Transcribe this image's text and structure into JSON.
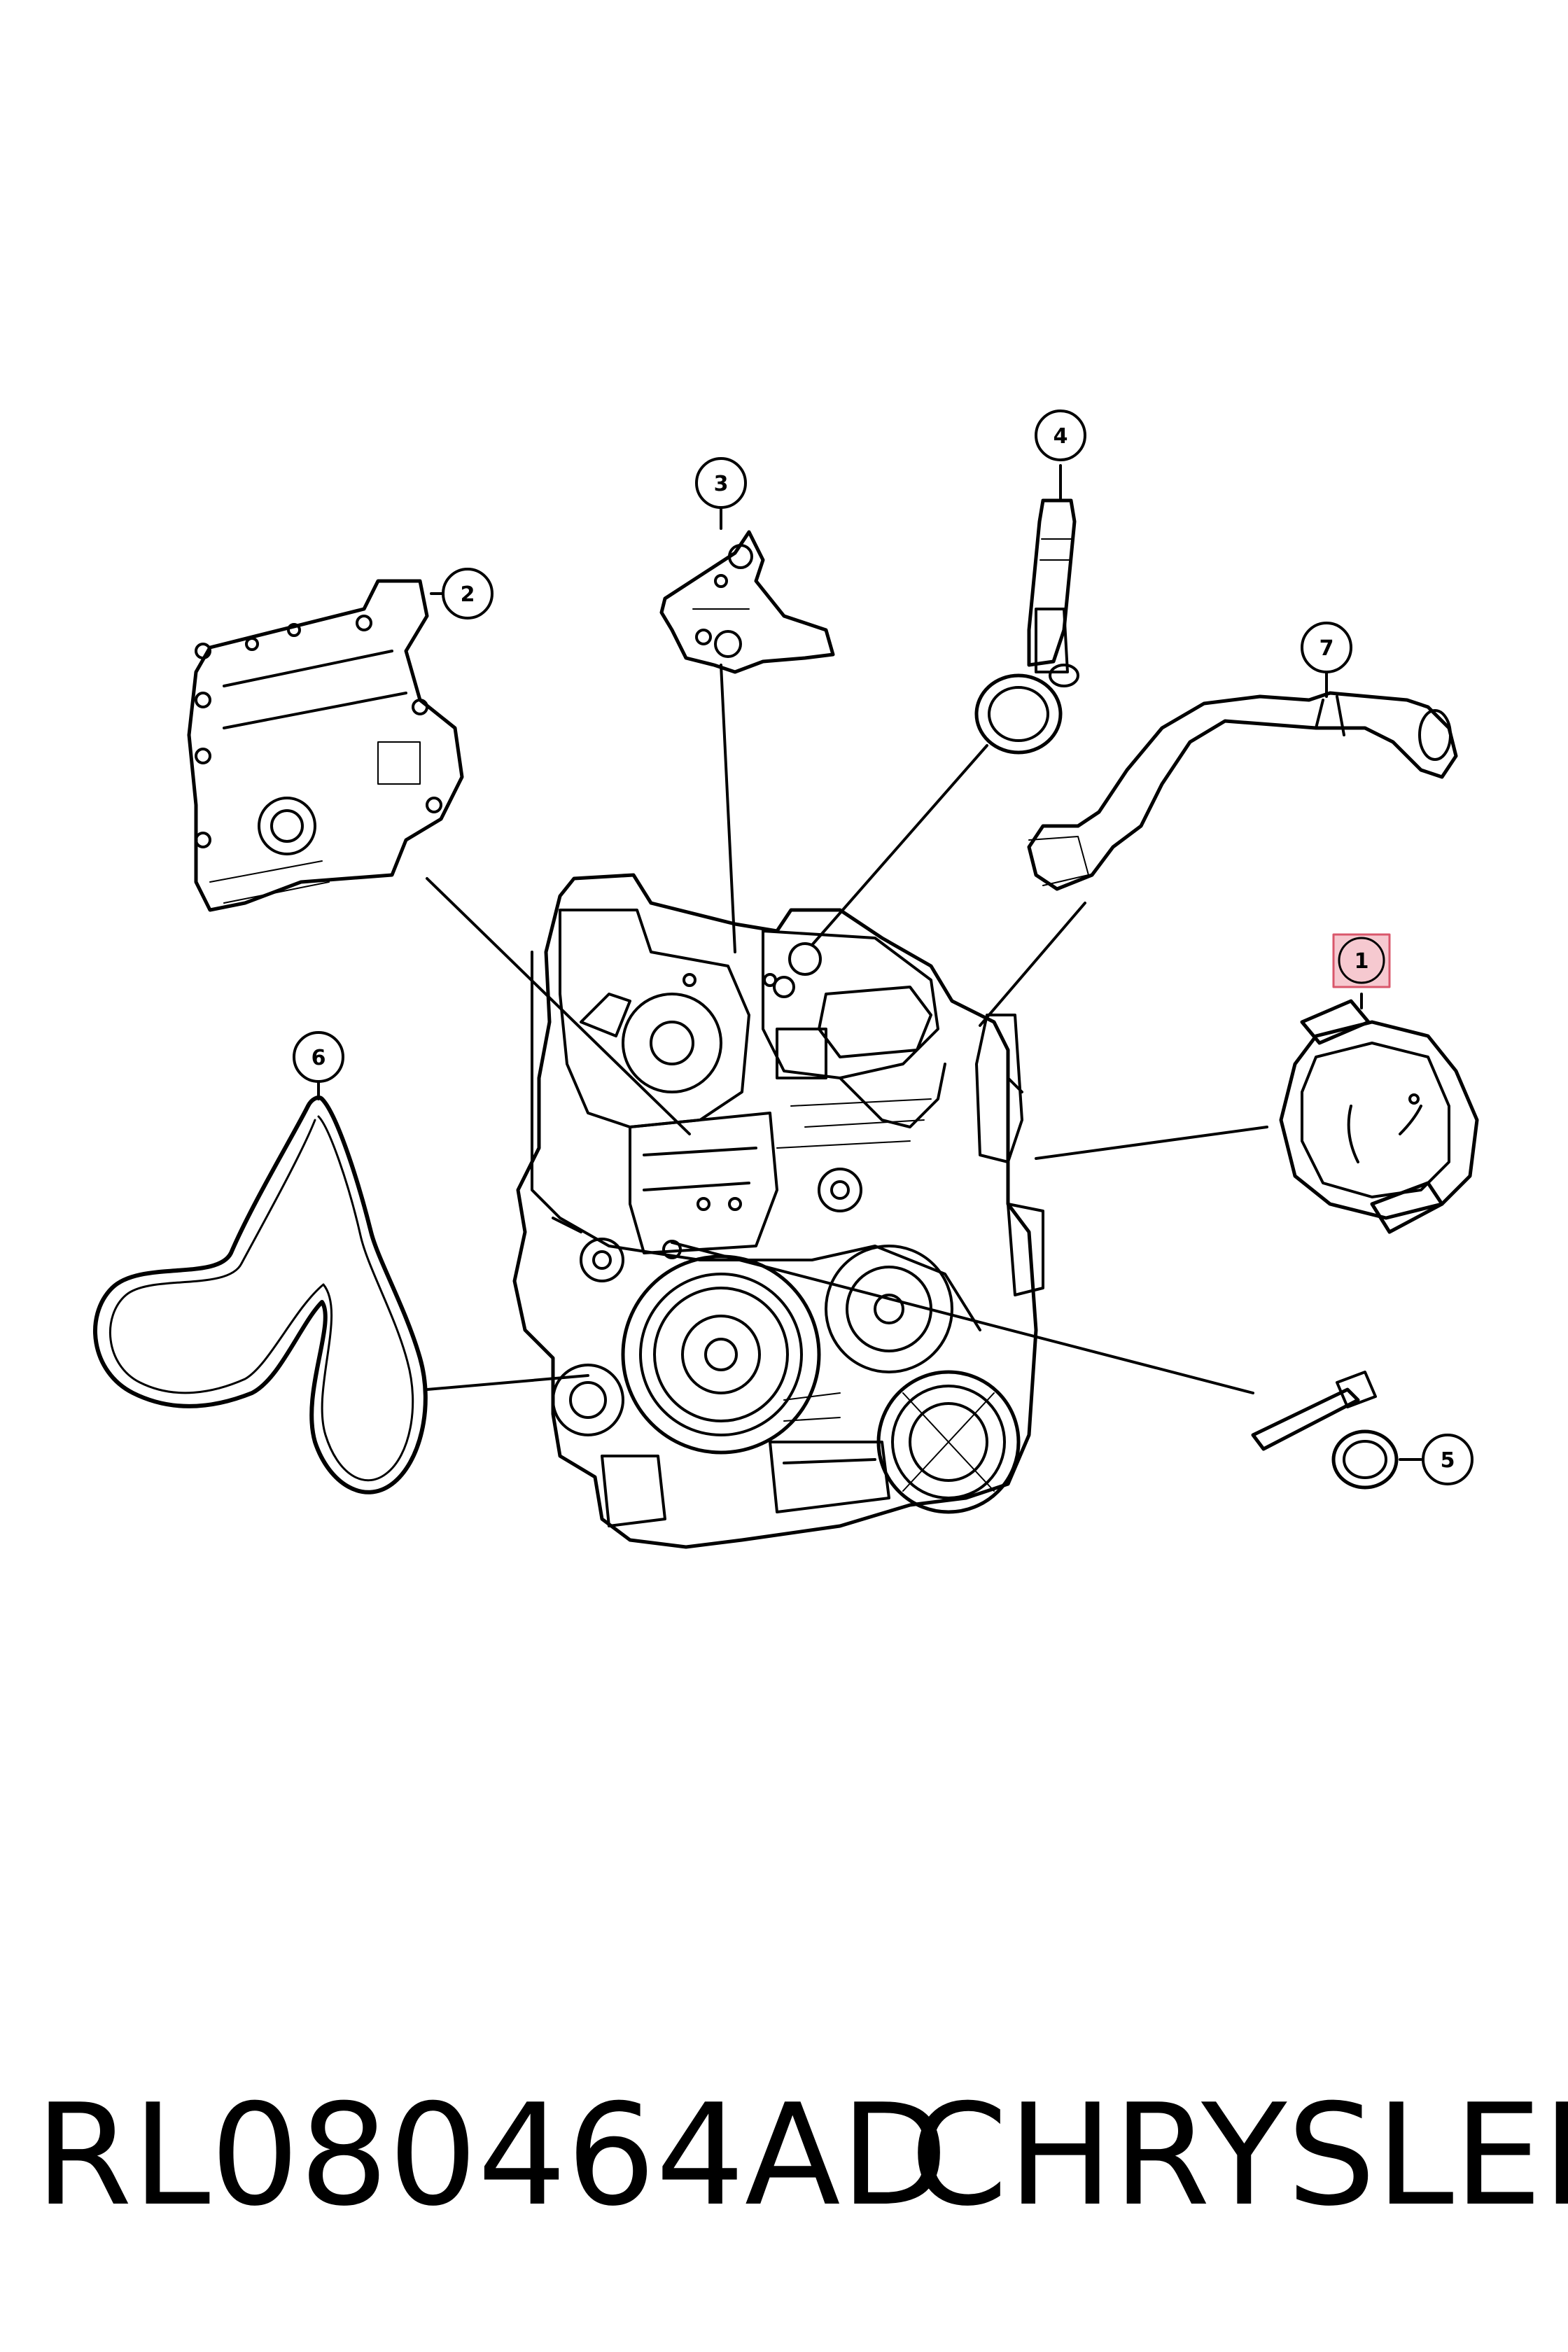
{
  "callouts": [
    {
      "id": "1",
      "label": "1",
      "highlighted": true
    },
    {
      "id": "2",
      "label": "2"
    },
    {
      "id": "3",
      "label": "3"
    },
    {
      "id": "4",
      "label": "4"
    },
    {
      "id": "5",
      "label": "5"
    },
    {
      "id": "6",
      "label": "6"
    },
    {
      "id": "7",
      "label": "7"
    }
  ],
  "footer": {
    "part_number": "RL080464AD",
    "brand": "CHRYSLER"
  },
  "colors": {
    "line": "#000000",
    "background": "#ffffff",
    "highlight_fill": "#f6c9d0",
    "highlight_stroke": "#d9576b"
  }
}
